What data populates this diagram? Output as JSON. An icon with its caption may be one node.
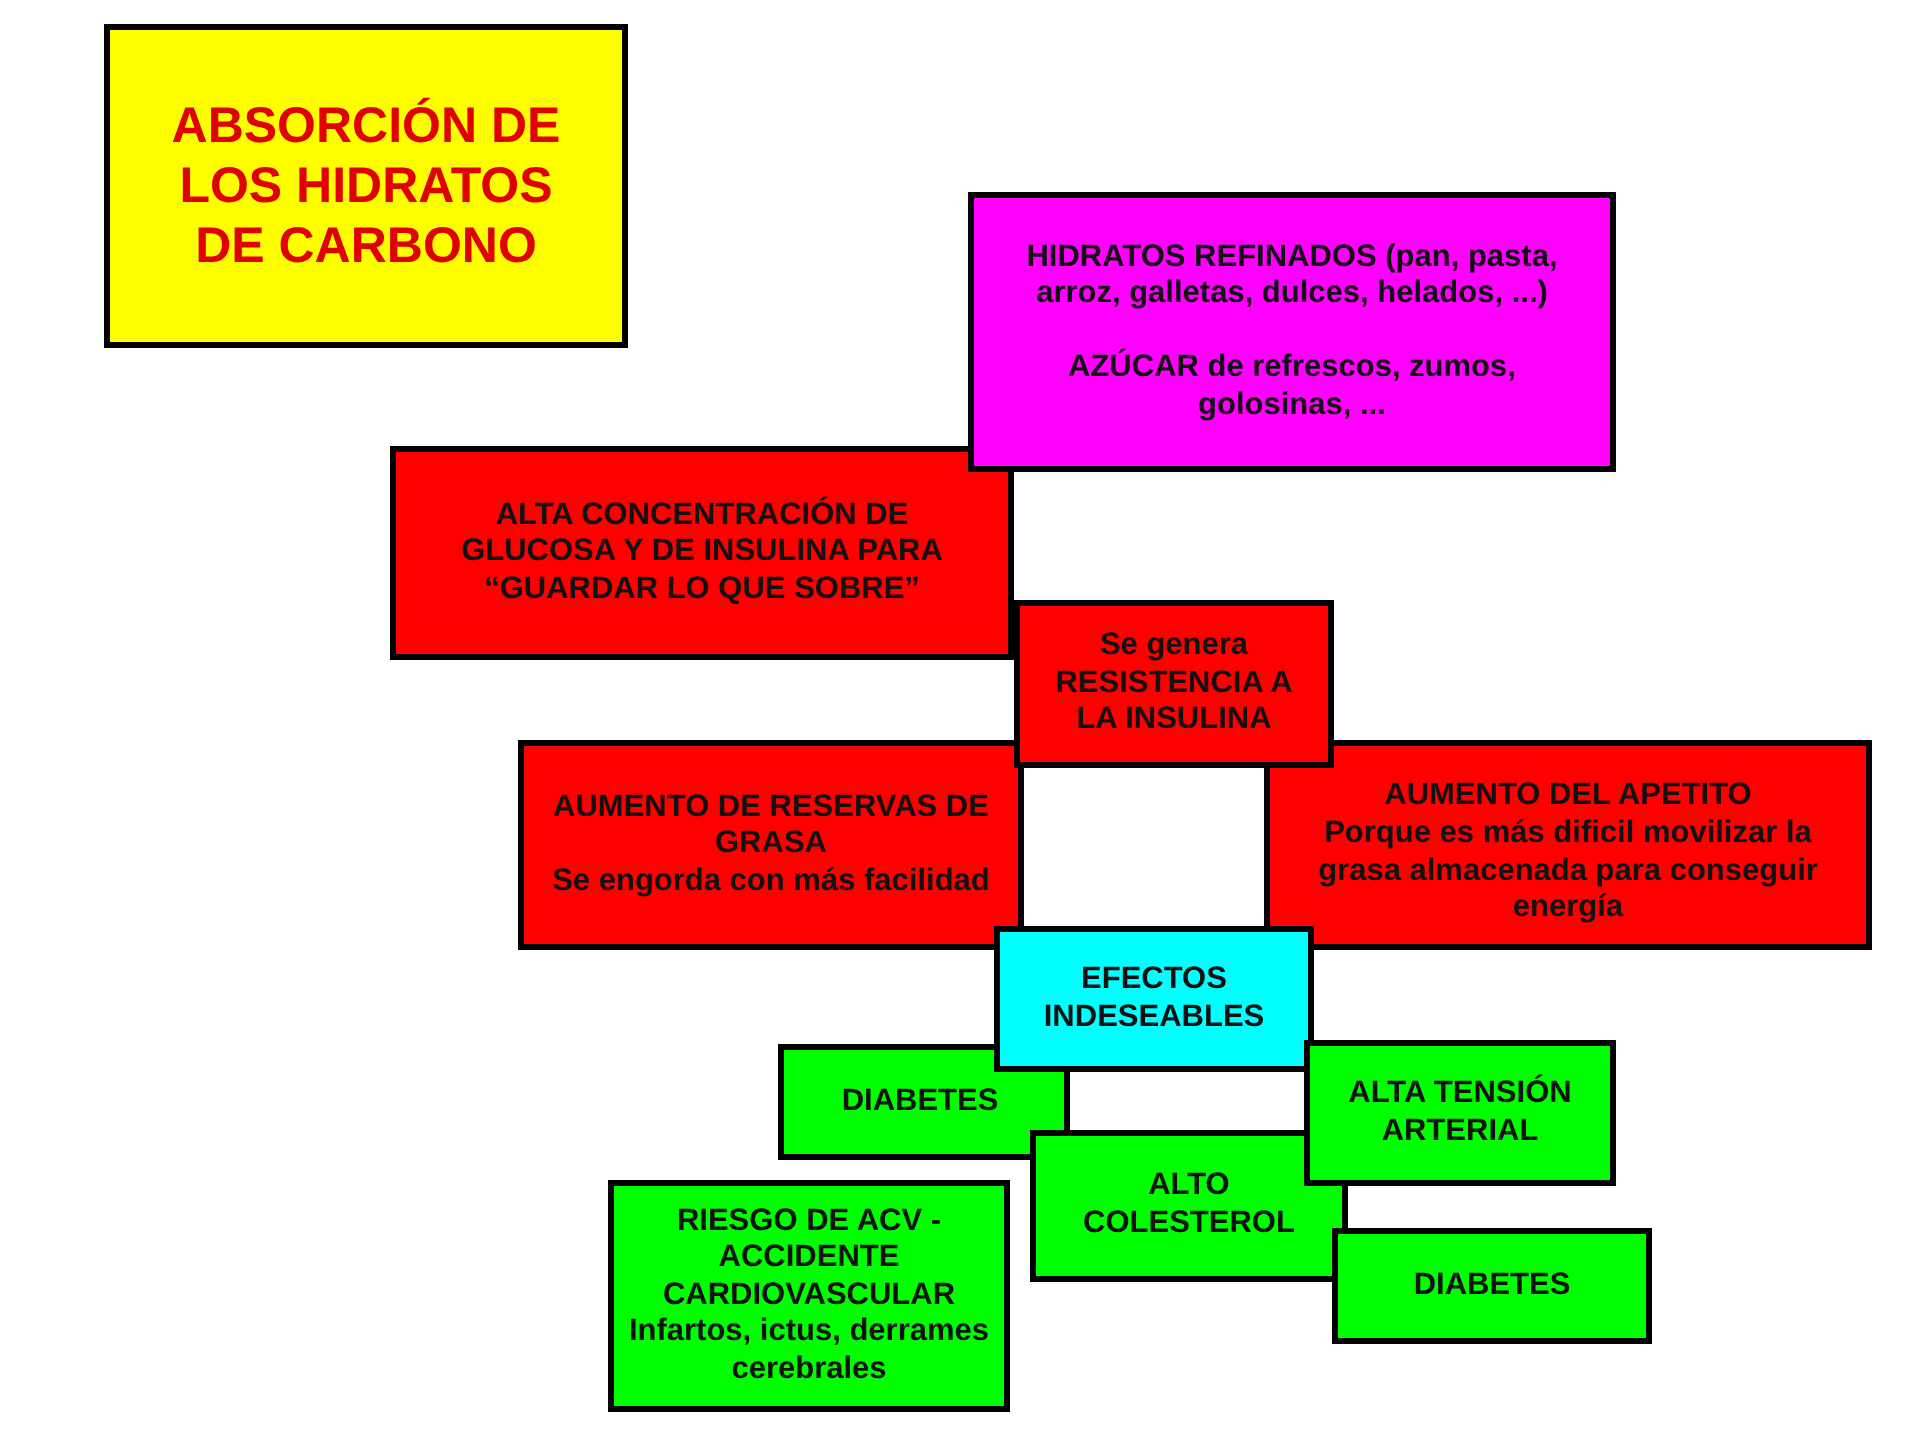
{
  "diagram": {
    "title": "ABSORCIÓN DE LOS HIDRATOS DE CARBONO",
    "nodes": [
      {
        "text": [
          "HIDRATOS REFINADOS (pan, pasta, arroz, galletas, dulces, helados, ...)",
          "AZÚCAR de refrescos, zumos, golosinas, ..."
        ]
      },
      {
        "text": [
          "ALTA CONCENTRACIÓN DE GLUCOSA Y DE INSULINA PARA “GUARDAR LO QUE SOBRE”"
        ]
      },
      {
        "text": [
          "Se genera RESISTENCIA A LA INSULINA"
        ]
      },
      {
        "text": [
          "AUMENTO DE RESERVAS DE GRASA",
          "Se engorda con más facilidad"
        ]
      },
      {
        "text": [
          "AUMENTO DEL APETITO",
          "Porque es más dificil movilizar la grasa almacenada para conseguir energía"
        ]
      },
      {
        "text": [
          "EFECTOS INDESEABLES"
        ]
      },
      {
        "text": [
          "DIABETES"
        ]
      },
      {
        "text": [
          "ALTA TENSIÓN ARTERIAL"
        ]
      },
      {
        "text": [
          "ALTO COLESTEROL"
        ]
      },
      {
        "text": [
          "RIESGO DE ACV - ACCIDENTE CARDIOVASCULAR",
          "Infartos, ictus, derrames cerebrales"
        ]
      },
      {
        "text": [
          "DIABETES"
        ]
      }
    ],
    "edges": []
  }
}
